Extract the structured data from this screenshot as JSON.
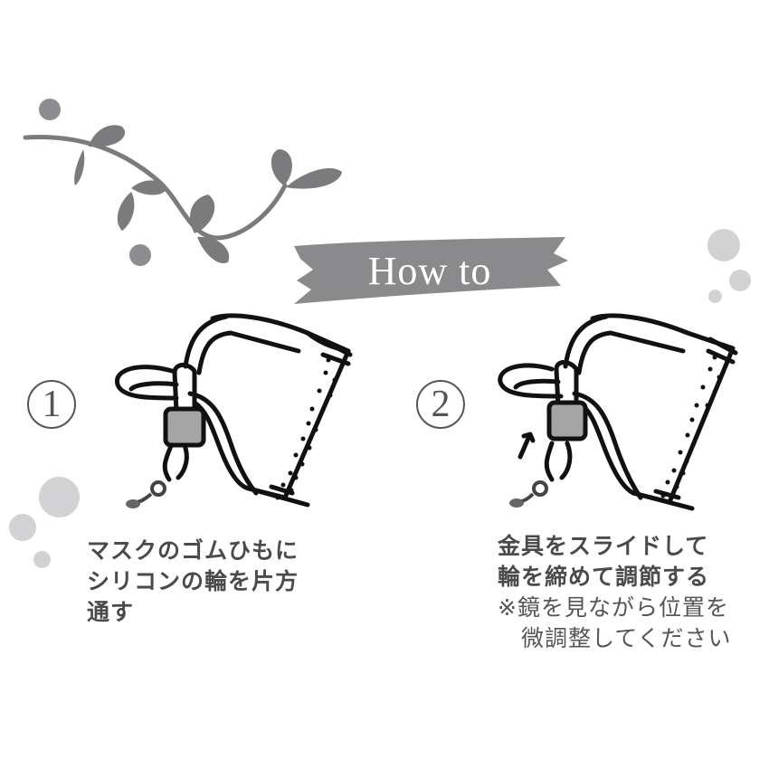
{
  "banner": {
    "title": "How to",
    "color": "#8a8a8c"
  },
  "colors": {
    "vine": "#7b7b7d",
    "dots_light": "#d2d2d4",
    "vine_dots": "#8d8d8f",
    "text": "#4a4a4a",
    "slider_fill": "#a5a5a5"
  },
  "steps": [
    {
      "number": "1",
      "lines": [
        "マスクのゴムひもに",
        "シリコンの輪を片方",
        "通す"
      ],
      "notes": []
    },
    {
      "number": "2",
      "lines": [
        "金具をスライドして",
        "輪を締めて調節する"
      ],
      "notes": [
        "※鏡を見ながら位置を",
        "　微調整してください"
      ]
    }
  ]
}
